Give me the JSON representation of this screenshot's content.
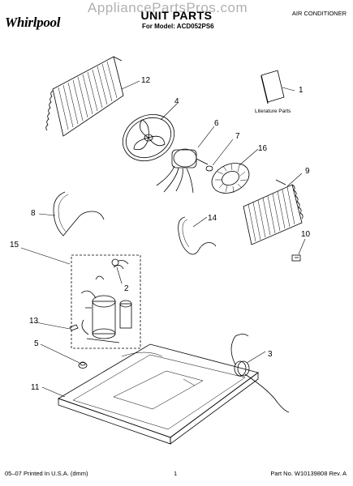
{
  "header": {
    "brand": "Whirlpool",
    "watermark": "AppliancePartsPros.com",
    "title": "UNIT PARTS",
    "model_line": "For Model: ACD052PS6",
    "doc_type": "AIR CONDITIONER"
  },
  "callouts": [
    "1",
    "2",
    "3",
    "4",
    "5",
    "6",
    "7",
    "8",
    "9",
    "10",
    "11",
    "12",
    "13",
    "14",
    "15",
    "16"
  ],
  "literature_label": "Literature Parts",
  "footer": {
    "printed": "05–07 Printed In U.S.A. (dmm)",
    "page": "1",
    "part_number": "Part No. W10139808 Rev. A"
  }
}
